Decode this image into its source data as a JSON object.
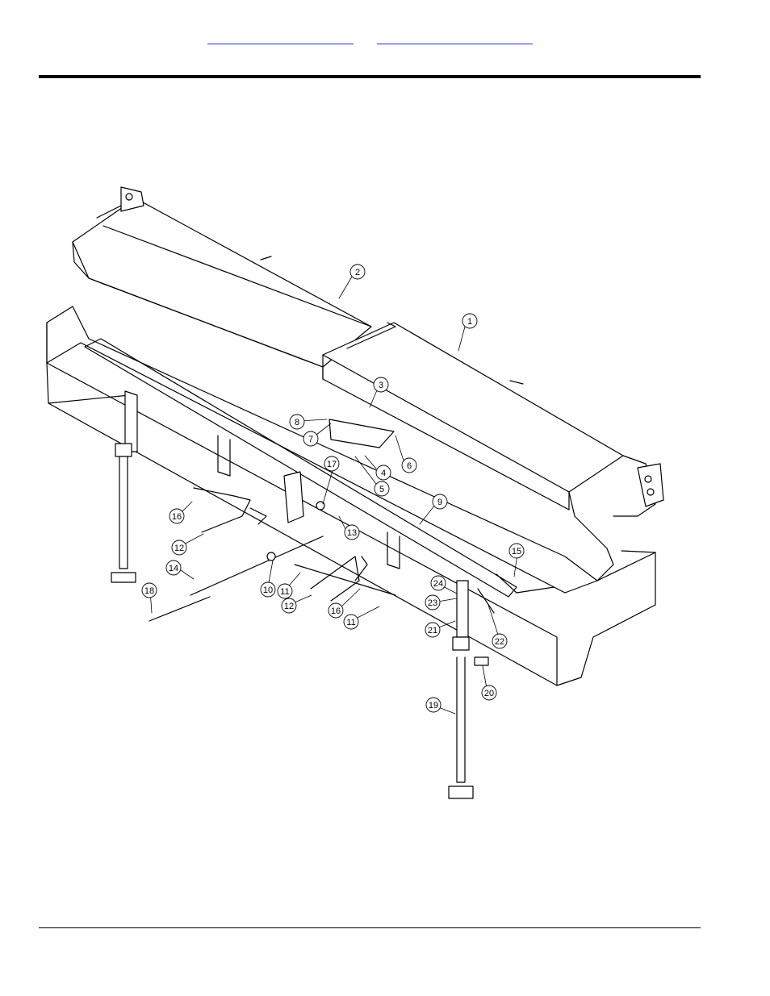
{
  "header": {
    "link_left": "",
    "link_right": ""
  },
  "diagram": {
    "callouts": [
      "1",
      "2",
      "3",
      "4",
      "5",
      "6",
      "7",
      "8",
      "9",
      "10",
      "11",
      "11",
      "12",
      "12",
      "13",
      "14",
      "15",
      "16",
      "16",
      "17",
      "18",
      "19",
      "20",
      "21",
      "22",
      "23",
      "24"
    ]
  }
}
